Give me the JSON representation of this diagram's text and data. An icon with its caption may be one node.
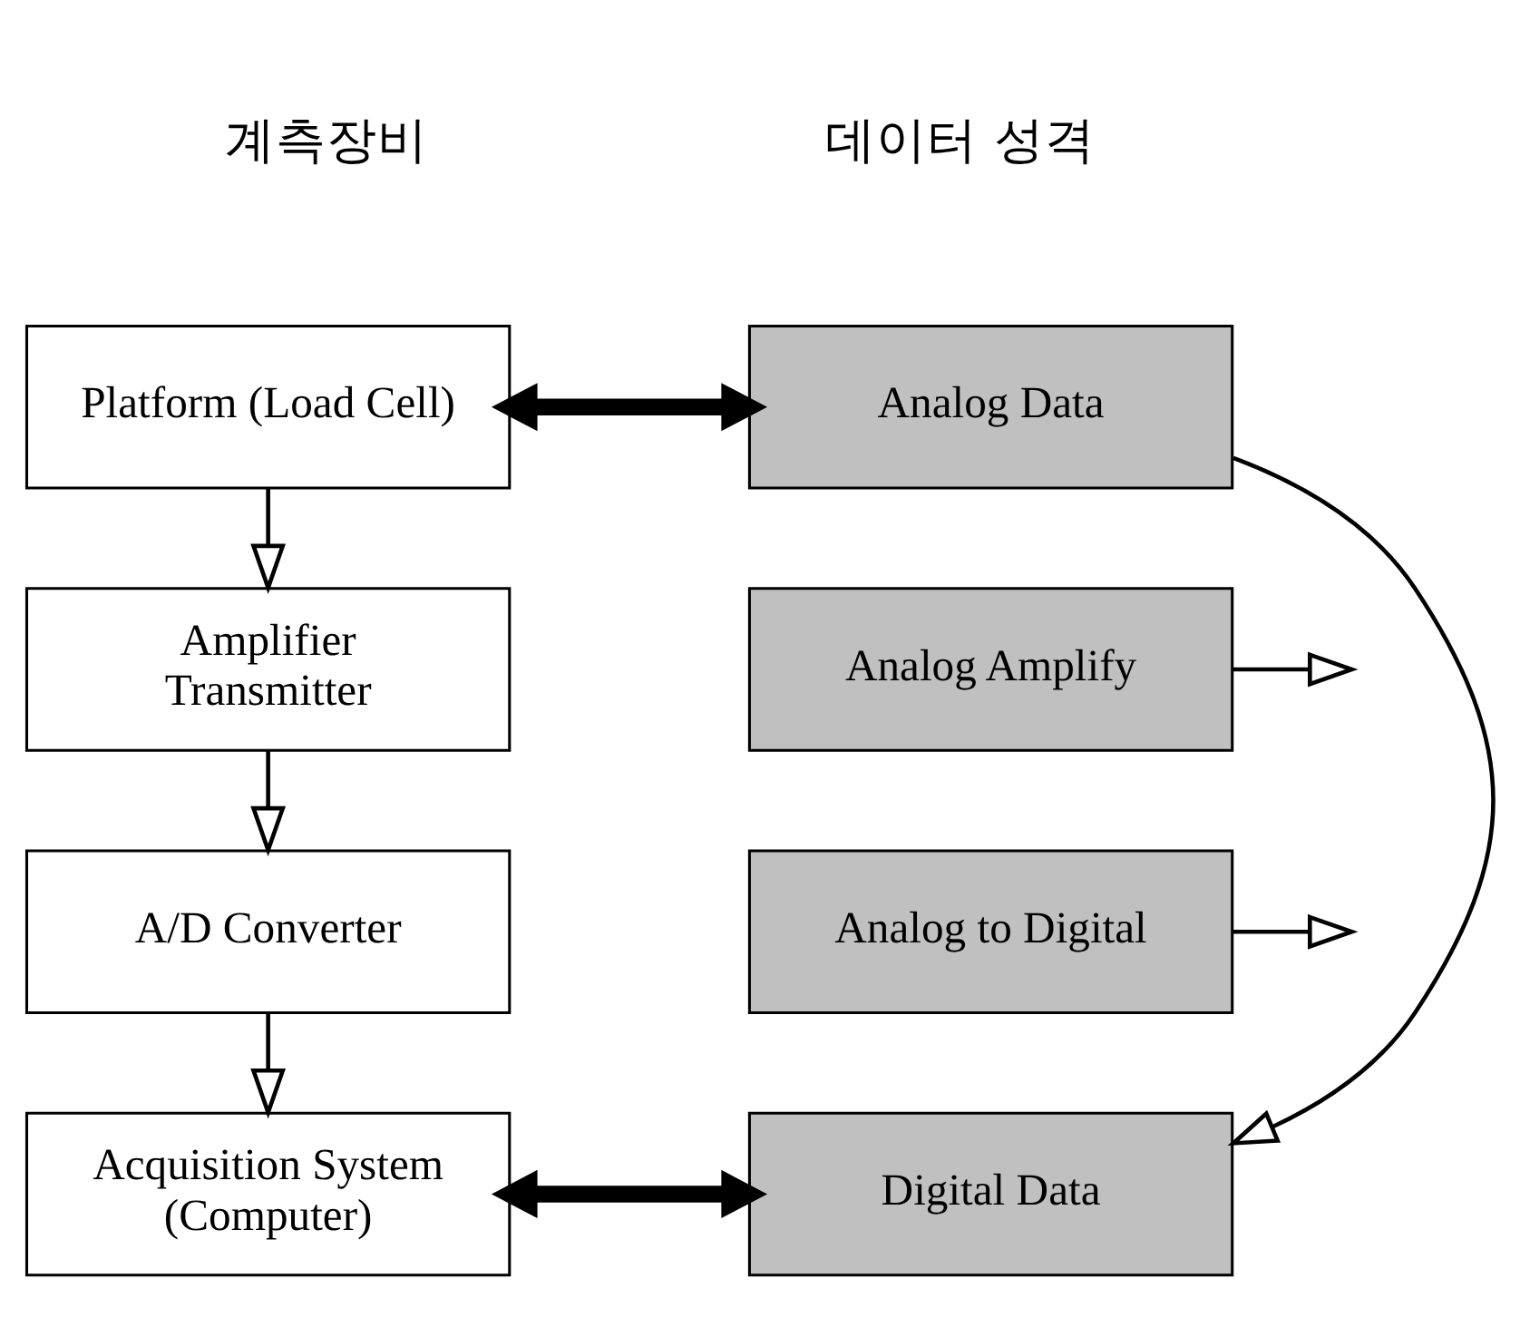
{
  "diagram": {
    "nodes": [
      {
        "text": [
          "Platform (Load Cell)"
        ]
      },
      {
        "text": [
          "Analog Data"
        ]
      },
      {
        "text": [
          "Amplifier Transmitter"
        ]
      },
      {
        "text": [
          "Analog Amplify"
        ]
      },
      {
        "text": [
          "A/D Converter"
        ]
      },
      {
        "text": [
          "Analog to Digital"
        ]
      },
      {
        "text": [
          "Acquisition System (Computer)"
        ]
      },
      {
        "text": [
          "Digital Data"
        ]
      }
    ],
    "edges": [
      {
        "from": 0,
        "to": 1,
        "arrow": "both",
        "style": "thick"
      },
      {
        "from": 0,
        "to": 2,
        "arrow": "to"
      },
      {
        "from": 2,
        "to": 4,
        "arrow": "to"
      },
      {
        "from": 4,
        "to": 6,
        "arrow": "to"
      },
      {
        "from": 1,
        "to": 7,
        "arrow": "to"
      },
      {
        "from": 3,
        "to": null,
        "arrow": "to"
      },
      {
        "from": 5,
        "to": null,
        "arrow": "to"
      },
      {
        "from": 6,
        "to": 7,
        "arrow": "both",
        "style": "thick"
      }
    ],
    "labels": [
      "계측장비",
      "데이터 성격"
    ]
  }
}
